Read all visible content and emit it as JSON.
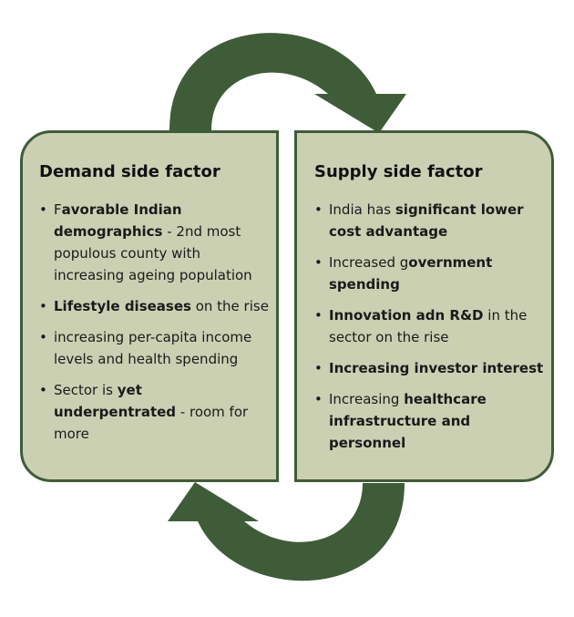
{
  "colors": {
    "arrow": "#3f5c39",
    "panel_fill": "#ccd0b3",
    "panel_border": "#3f5c39"
  },
  "demand": {
    "title": "Demand side factor",
    "items": [
      [
        {
          "t": "F",
          "b": false
        },
        {
          "t": "avorable Indian demographics",
          "b": true
        },
        {
          "t": " - 2nd most populous county with increasing ageing population",
          "b": false
        }
      ],
      [
        {
          "t": "Lifestyle diseases",
          "b": true
        },
        {
          "t": " on the rise",
          "b": false
        }
      ],
      [
        {
          "t": "increasing per-capita income levels and health spending",
          "b": false
        }
      ],
      [
        {
          "t": "Sector is ",
          "b": false
        },
        {
          "t": "yet underpentrated",
          "b": true
        },
        {
          "t": " - room for more",
          "b": false
        }
      ]
    ]
  },
  "supply": {
    "title": "Supply side factor",
    "items": [
      [
        {
          "t": "India has ",
          "b": false
        },
        {
          "t": "significant lower cost advantage",
          "b": true
        }
      ],
      [
        {
          "t": "Increased g",
          "b": false
        },
        {
          "t": "overnment spending",
          "b": true
        }
      ],
      [
        {
          "t": "Innovation adn R&D",
          "b": true
        },
        {
          "t": " in the sector on the rise",
          "b": false
        }
      ],
      [
        {
          "t": "Increasing investor interest",
          "b": true
        }
      ],
      [
        {
          "t": "Increasing ",
          "b": false
        },
        {
          "t": "healthcare infrastructure and personnel",
          "b": true
        }
      ]
    ]
  }
}
